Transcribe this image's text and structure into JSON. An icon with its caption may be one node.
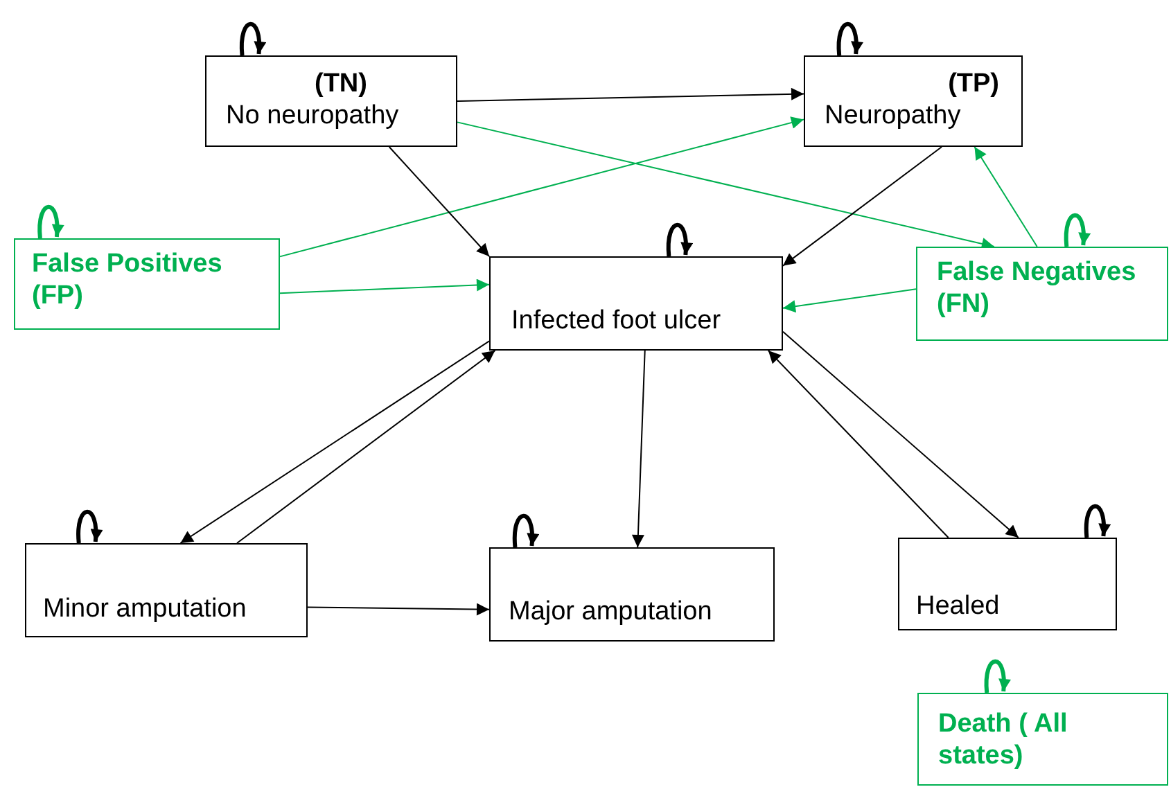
{
  "diagram": {
    "nodes": [
      {
        "text": [
          "(TN)",
          "No neuropathy"
        ]
      },
      {
        "text": [
          "(TP)",
          "Neuropathy"
        ]
      },
      {
        "text": [
          "False Positives (FP)"
        ]
      },
      {
        "text": [
          "Infected foot ulcer"
        ]
      },
      {
        "text": [
          "False Negatives (FN)"
        ]
      },
      {
        "text": [
          "Minor amputation"
        ]
      },
      {
        "text": [
          "Major amputation"
        ]
      },
      {
        "text": [
          "Healed"
        ]
      },
      {
        "text": [
          "Death ( All states)"
        ]
      }
    ],
    "edges": [
      {
        "from": 0,
        "to": 1,
        "arrow": "to"
      },
      {
        "from": 0,
        "to": 4,
        "arrow": "to",
        "color": "#00b050"
      },
      {
        "from": 2,
        "to": 1,
        "arrow": "to",
        "color": "#00b050"
      },
      {
        "from": 2,
        "to": 3,
        "arrow": "to",
        "color": "#00b050"
      },
      {
        "from": 0,
        "to": 3,
        "arrow": "to"
      },
      {
        "from": 1,
        "to": 3,
        "arrow": "to"
      },
      {
        "from": 4,
        "to": 1,
        "arrow": "to",
        "color": "#00b050"
      },
      {
        "from": 4,
        "to": 3,
        "arrow": "to",
        "color": "#00b050"
      },
      {
        "from": 3,
        "to": 5,
        "arrow": "to"
      },
      {
        "from": 5,
        "to": 3,
        "arrow": "to"
      },
      {
        "from": 3,
        "to": 6,
        "arrow": "to"
      },
      {
        "from": 5,
        "to": 6,
        "arrow": "to"
      },
      {
        "from": 3,
        "to": 7,
        "arrow": "to"
      },
      {
        "from": 7,
        "to": 3,
        "arrow": "to"
      },
      {
        "from": 0,
        "to": 0,
        "arrow": "to",
        "style": "thick"
      },
      {
        "from": 1,
        "to": 1,
        "arrow": "to",
        "style": "thick"
      },
      {
        "from": 2,
        "to": 2,
        "arrow": "to",
        "style": "thick",
        "color": "#00b050"
      },
      {
        "from": 3,
        "to": 3,
        "arrow": "to",
        "style": "thick"
      },
      {
        "from": 4,
        "to": 4,
        "arrow": "to",
        "style": "thick",
        "color": "#00b050"
      },
      {
        "from": 5,
        "to": 5,
        "arrow": "to",
        "style": "thick"
      },
      {
        "from": 6,
        "to": 6,
        "arrow": "to",
        "style": "thick"
      },
      {
        "from": 7,
        "to": 7,
        "arrow": "to",
        "style": "thick"
      },
      {
        "from": 8,
        "to": 8,
        "arrow": "to",
        "style": "thick",
        "color": "#00b050"
      }
    ]
  }
}
